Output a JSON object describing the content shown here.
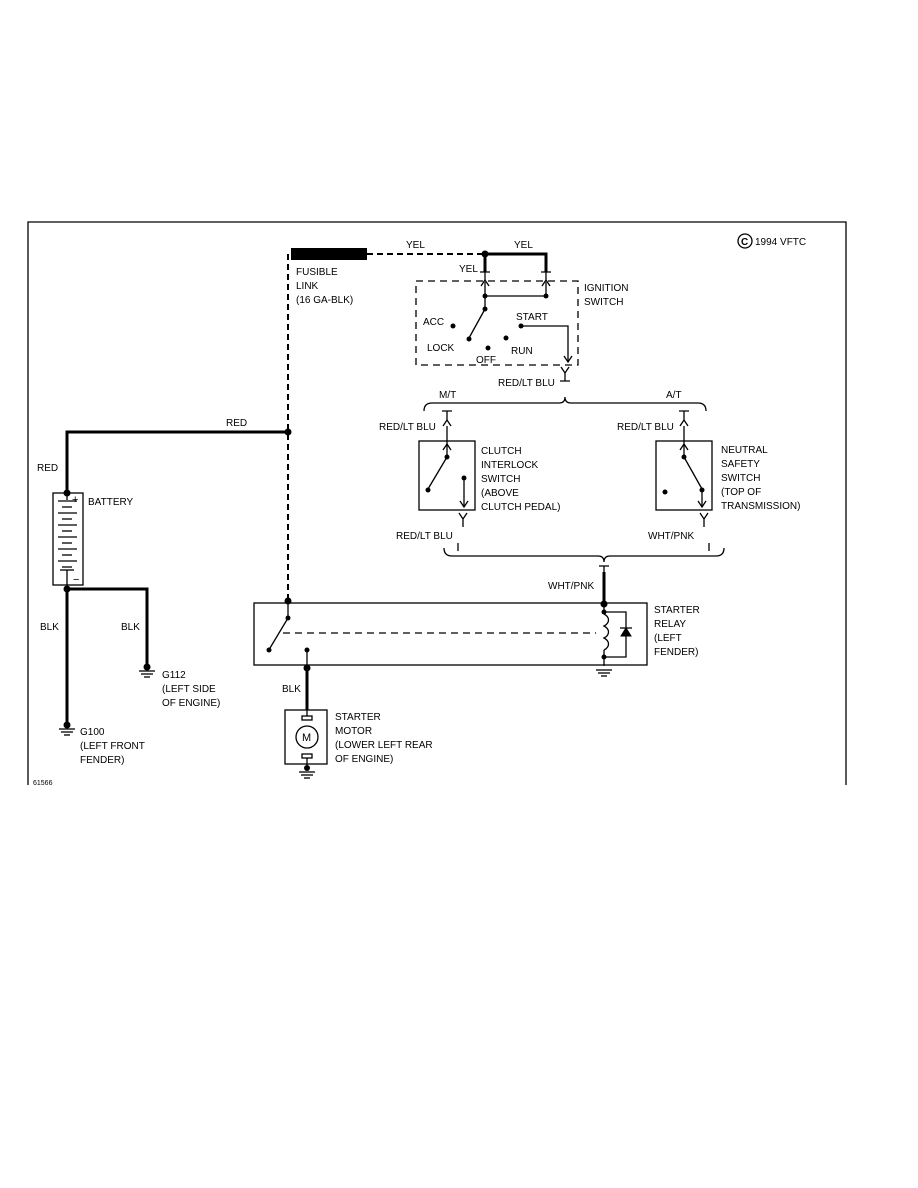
{
  "copyright": "1994 VFTC",
  "figure_id": "61566",
  "wire_labels": {
    "yel_1": "YEL",
    "yel_2": "YEL",
    "yel_3": "YEL",
    "red_1": "RED",
    "red_2": "RED",
    "blk_1": "BLK",
    "blk_2": "BLK",
    "blk_3": "BLK",
    "red_lt_blu_1": "RED/LT BLU",
    "red_lt_blu_2": "RED/LT BLU",
    "red_lt_blu_3": "RED/LT BLU",
    "red_lt_blu_4": "RED/LT BLU",
    "wht_pnk_1": "WHT/PNK",
    "wht_pnk_2": "WHT/PNK",
    "mt": "M/T",
    "at": "A/T"
  },
  "fusible_link": {
    "line1": "FUSIBLE",
    "line2": "LINK",
    "line3": "(16 GA-BLK)"
  },
  "ignition_switch": {
    "line1": "IGNITION",
    "line2": "SWITCH",
    "acc": "ACC",
    "lock": "LOCK",
    "off": "OFF",
    "start": "START",
    "run": "RUN"
  },
  "battery": {
    "label": "BATTERY",
    "plus": "+",
    "minus": "−"
  },
  "clutch_switch": {
    "line1": "CLUTCH",
    "line2": "INTERLOCK",
    "line3": "SWITCH",
    "line4": "(ABOVE",
    "line5": "CLUTCH PEDAL)"
  },
  "neutral_switch": {
    "line1": "NEUTRAL",
    "line2": "SAFETY",
    "line3": "SWITCH",
    "line4": "(TOP OF",
    "line5": "TRANSMISSION)"
  },
  "starter_relay": {
    "line1": "STARTER",
    "line2": "RELAY",
    "line3": "(LEFT",
    "line4": "FENDER)"
  },
  "starter_motor": {
    "symbol": "M",
    "line1": "STARTER",
    "line2": "MOTOR",
    "line3": "(LOWER LEFT REAR",
    "line4": "OF ENGINE)"
  },
  "ground_g112": {
    "line1": "G112",
    "line2": "(LEFT SIDE",
    "line3": "OF ENGINE)"
  },
  "ground_g100": {
    "line1": "G100",
    "line2": "(LEFT FRONT",
    "line3": "FENDER)"
  }
}
